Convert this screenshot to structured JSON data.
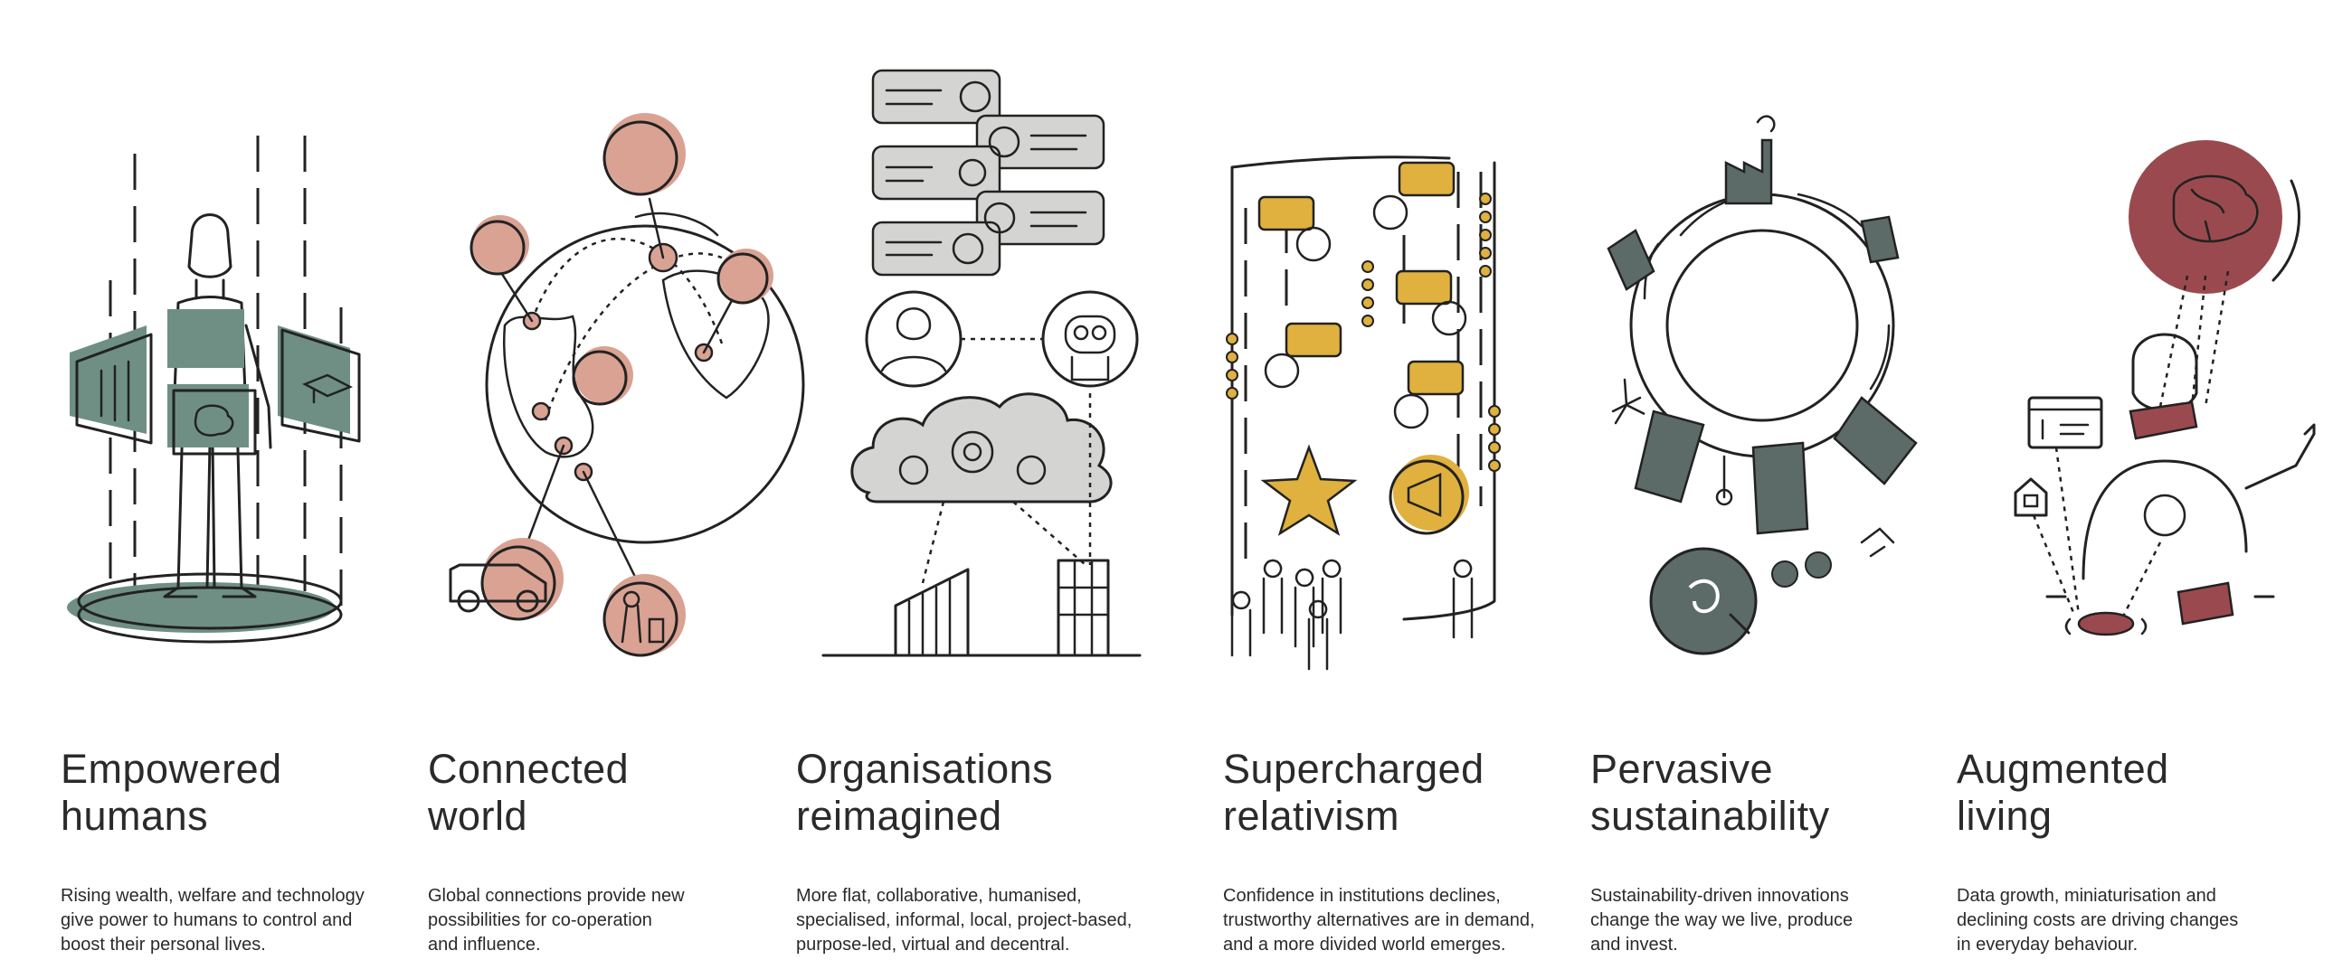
{
  "colors": {
    "green": "#6f8f84",
    "peach": "#d9a293",
    "grey_bubble": "#d4d4d2",
    "yellow": "#e0b13e",
    "dark_slate": "#5d6b68",
    "maroon": "#9a4a4e",
    "text": "#2a2a2a"
  },
  "trends": [
    {
      "title": "Empowered\nhumans",
      "description": "Rising wealth, welfare and technology\ngive power to humans to control and\nboost their personal lives.",
      "icons": [
        "woman-figure-icon",
        "brain-screen-icon",
        "equalizer-screen-icon",
        "graduation-cap-screen-icon",
        "platform-icon"
      ]
    },
    {
      "title": "Connected\nworld",
      "description": "Global connections provide new\npossibilities for co-operation\nand influence.",
      "icons": [
        "globe-icon",
        "megaphone-person-icon",
        "car-icon",
        "traveller-icon"
      ]
    },
    {
      "title": "Organisations\nreimagined",
      "description": "More flat, collaborative, humanised,\nspecialised, informal, local, project-based,\npurpose-led, virtual and decentral.",
      "icons": [
        "chat-bubble-icon",
        "person-avatar-icon",
        "robot-avatar-icon",
        "cloud-gears-icon",
        "building-icon"
      ]
    },
    {
      "title": "Supercharged\nrelativism",
      "description": "Confidence in institutions declines,\ntrustworthy alternatives are in demand,\nand a more divided world emerges.",
      "icons": [
        "speech-note-icon",
        "unlocked-user-icon",
        "blockchain-icon",
        "star-person-icon",
        "megaphone-icon",
        "crowd-icon"
      ]
    },
    {
      "title": "Pervasive\nsustainability",
      "description": "Sustainability-driven innovations\nchange the way we live, produce\nand invest.",
      "icons": [
        "factory-icon",
        "truck-icon",
        "solar-panel-icon",
        "wind-turbine-icon",
        "recycle-icon",
        "bean-icon"
      ]
    },
    {
      "title": "Augmented\nliving",
      "description": "Data growth, miniaturisation and\ndeclining costs are driving changes\nin everyday behaviour.",
      "icons": [
        "brain-icon",
        "vr-headset-person-icon",
        "calendar-icon",
        "smart-home-lock-icon",
        "tablet-icon",
        "smart-speaker-icon"
      ]
    }
  ]
}
